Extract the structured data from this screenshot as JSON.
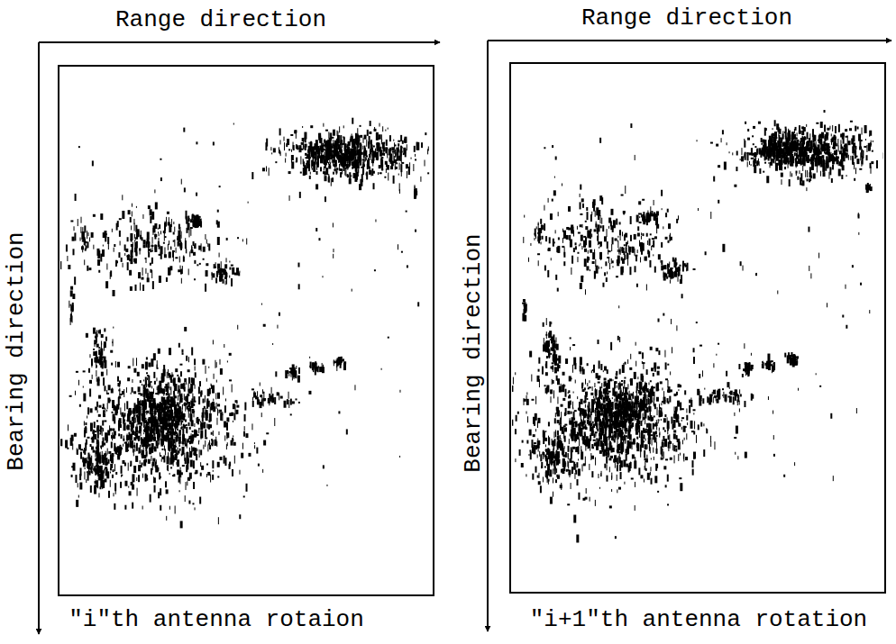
{
  "diagram": {
    "labels": [
      "Range direction",
      "Bearing direction",
      "\"i\"th antenna rotaion",
      "Range direction",
      "Bearing direction",
      "\"i+1\"th antenna rotation"
    ]
  }
}
